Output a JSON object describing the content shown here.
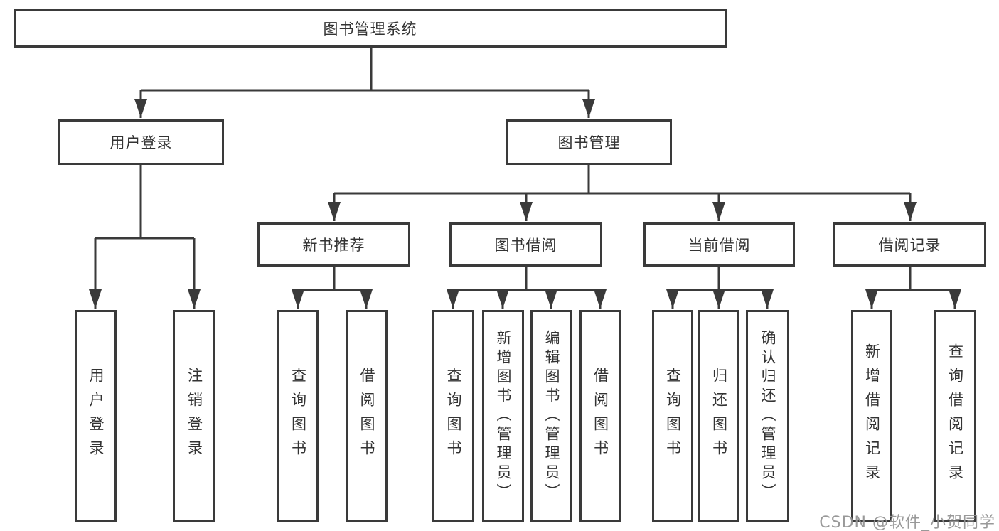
{
  "colors": {
    "line": "#3a3a3a",
    "border": "#3a3a3a",
    "text": "#333333",
    "background": "#ffffff",
    "watermark": "#949494"
  },
  "tree": {
    "root": {
      "label": "图书管理系统"
    },
    "level1": [
      {
        "label": "用户登录"
      },
      {
        "label": "图书管理"
      }
    ],
    "level2": [
      {
        "label": "新书推荐"
      },
      {
        "label": "图书借阅"
      },
      {
        "label": "当前借阅"
      },
      {
        "label": "借阅记录"
      }
    ],
    "leaves": {
      "user_login": [
        "用户登录",
        "注销登录"
      ],
      "new_books": [
        "查询图书",
        "借阅图书"
      ],
      "book_borrow": [
        "查询图书",
        "新增图书（管理员）",
        "编辑图书（管理员）",
        "借阅图书"
      ],
      "current_borrow": [
        "查询图书",
        "归还图书",
        "确认归还（管理员）"
      ],
      "borrow_records": [
        "新增借阅记录",
        "查询借阅记录"
      ]
    }
  },
  "watermark": {
    "text": "CSDN @软件_小贺同学"
  }
}
